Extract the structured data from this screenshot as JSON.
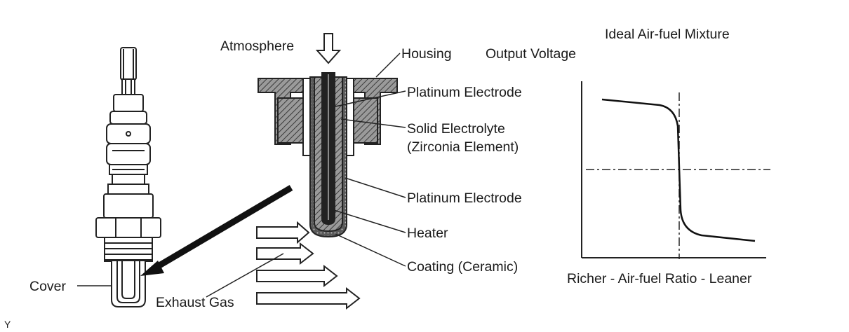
{
  "labels": {
    "atmosphere": "Atmosphere",
    "housing": "Housing",
    "platinum_electrode_1": "Platinum Electrode",
    "solid_electrolyte": "Solid Electrolyte",
    "zirconia_element": "(Zirconia Element)",
    "platinum_electrode_2": "Platinum Electrode",
    "heater": "Heater",
    "coating": "Coating (Ceramic)",
    "cover": "Cover",
    "exhaust_gas": "Exhaust Gas",
    "output_voltage": "Output Voltage",
    "ideal_mixture": "Ideal Air-fuel Mixture",
    "ratio_axis": "Richer - Air-fuel Ratio - Leaner",
    "corner_mark": "Y"
  },
  "graph": {
    "description_curve": "voltage high when rich, drops sharply at ideal ratio, low when lean"
  }
}
